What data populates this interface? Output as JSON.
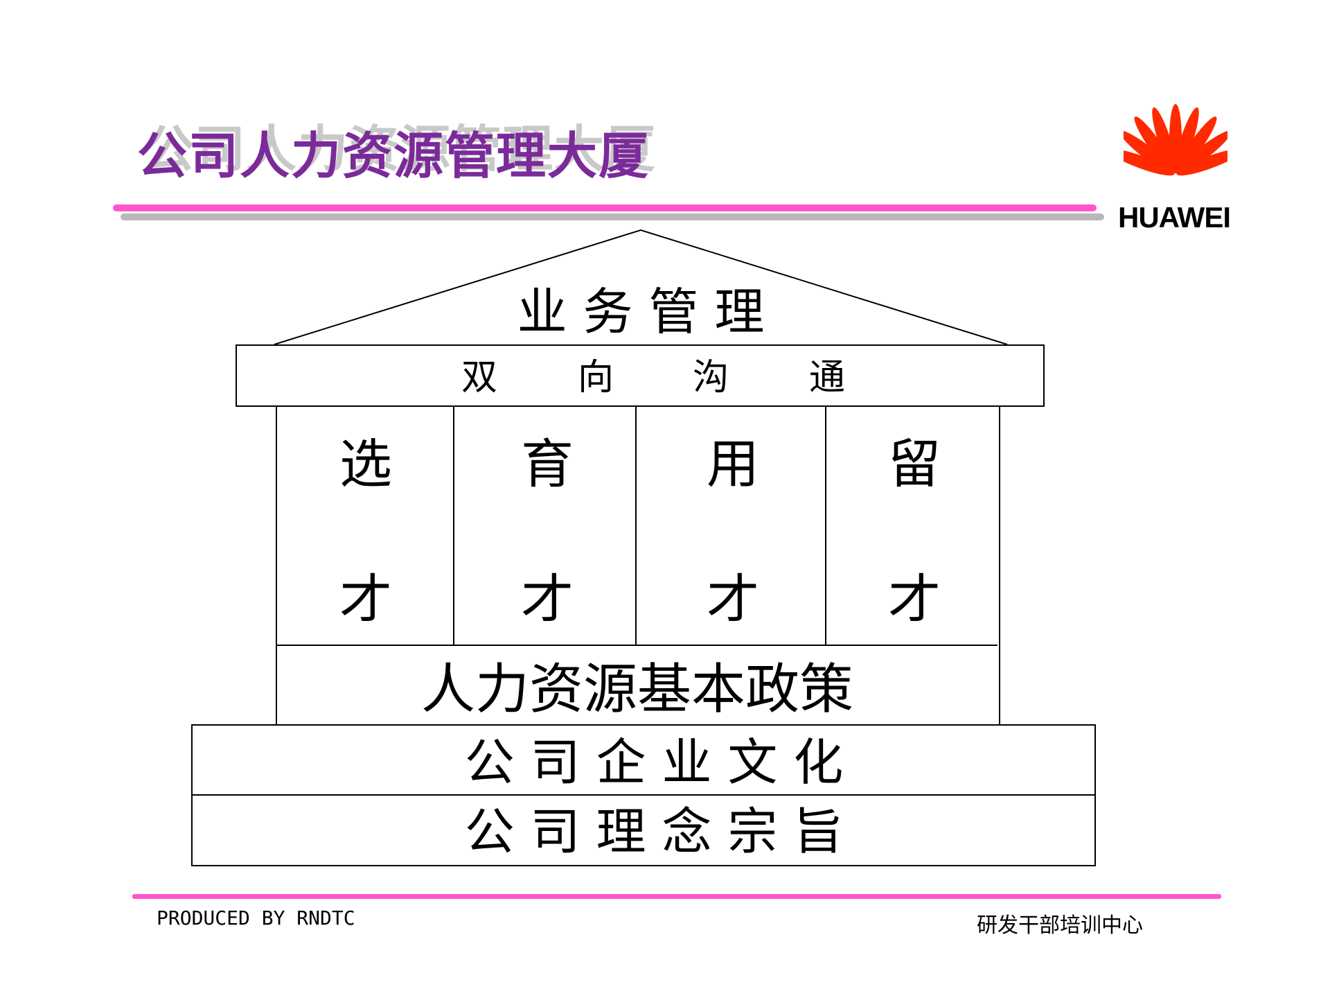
{
  "title": "公司人力资源管理大厦",
  "logo": {
    "text": "HUAWEI",
    "color": "#ff2a00"
  },
  "diagram": {
    "roof_label": "业 务 管 理",
    "beam_chars": [
      "双",
      "向",
      "沟",
      "通"
    ],
    "pillars": [
      {
        "top": "选",
        "bottom": "才"
      },
      {
        "top": "育",
        "bottom": "才"
      },
      {
        "top": "用",
        "bottom": "才"
      },
      {
        "top": "留",
        "bottom": "才"
      }
    ],
    "policy": "人力资源基本政策",
    "culture": "公 司 企 业 文 化",
    "principles": "公 司 理 念 宗 旨"
  },
  "footer": {
    "left": "PRODUCED BY RNDTC",
    "right": "研发干部培训中心"
  },
  "colors": {
    "title": "#7b2a9a",
    "title_shadow": "#c9c9c9",
    "accent_rule": "#ff55cc",
    "grey_rule": "#b8b8b8"
  }
}
